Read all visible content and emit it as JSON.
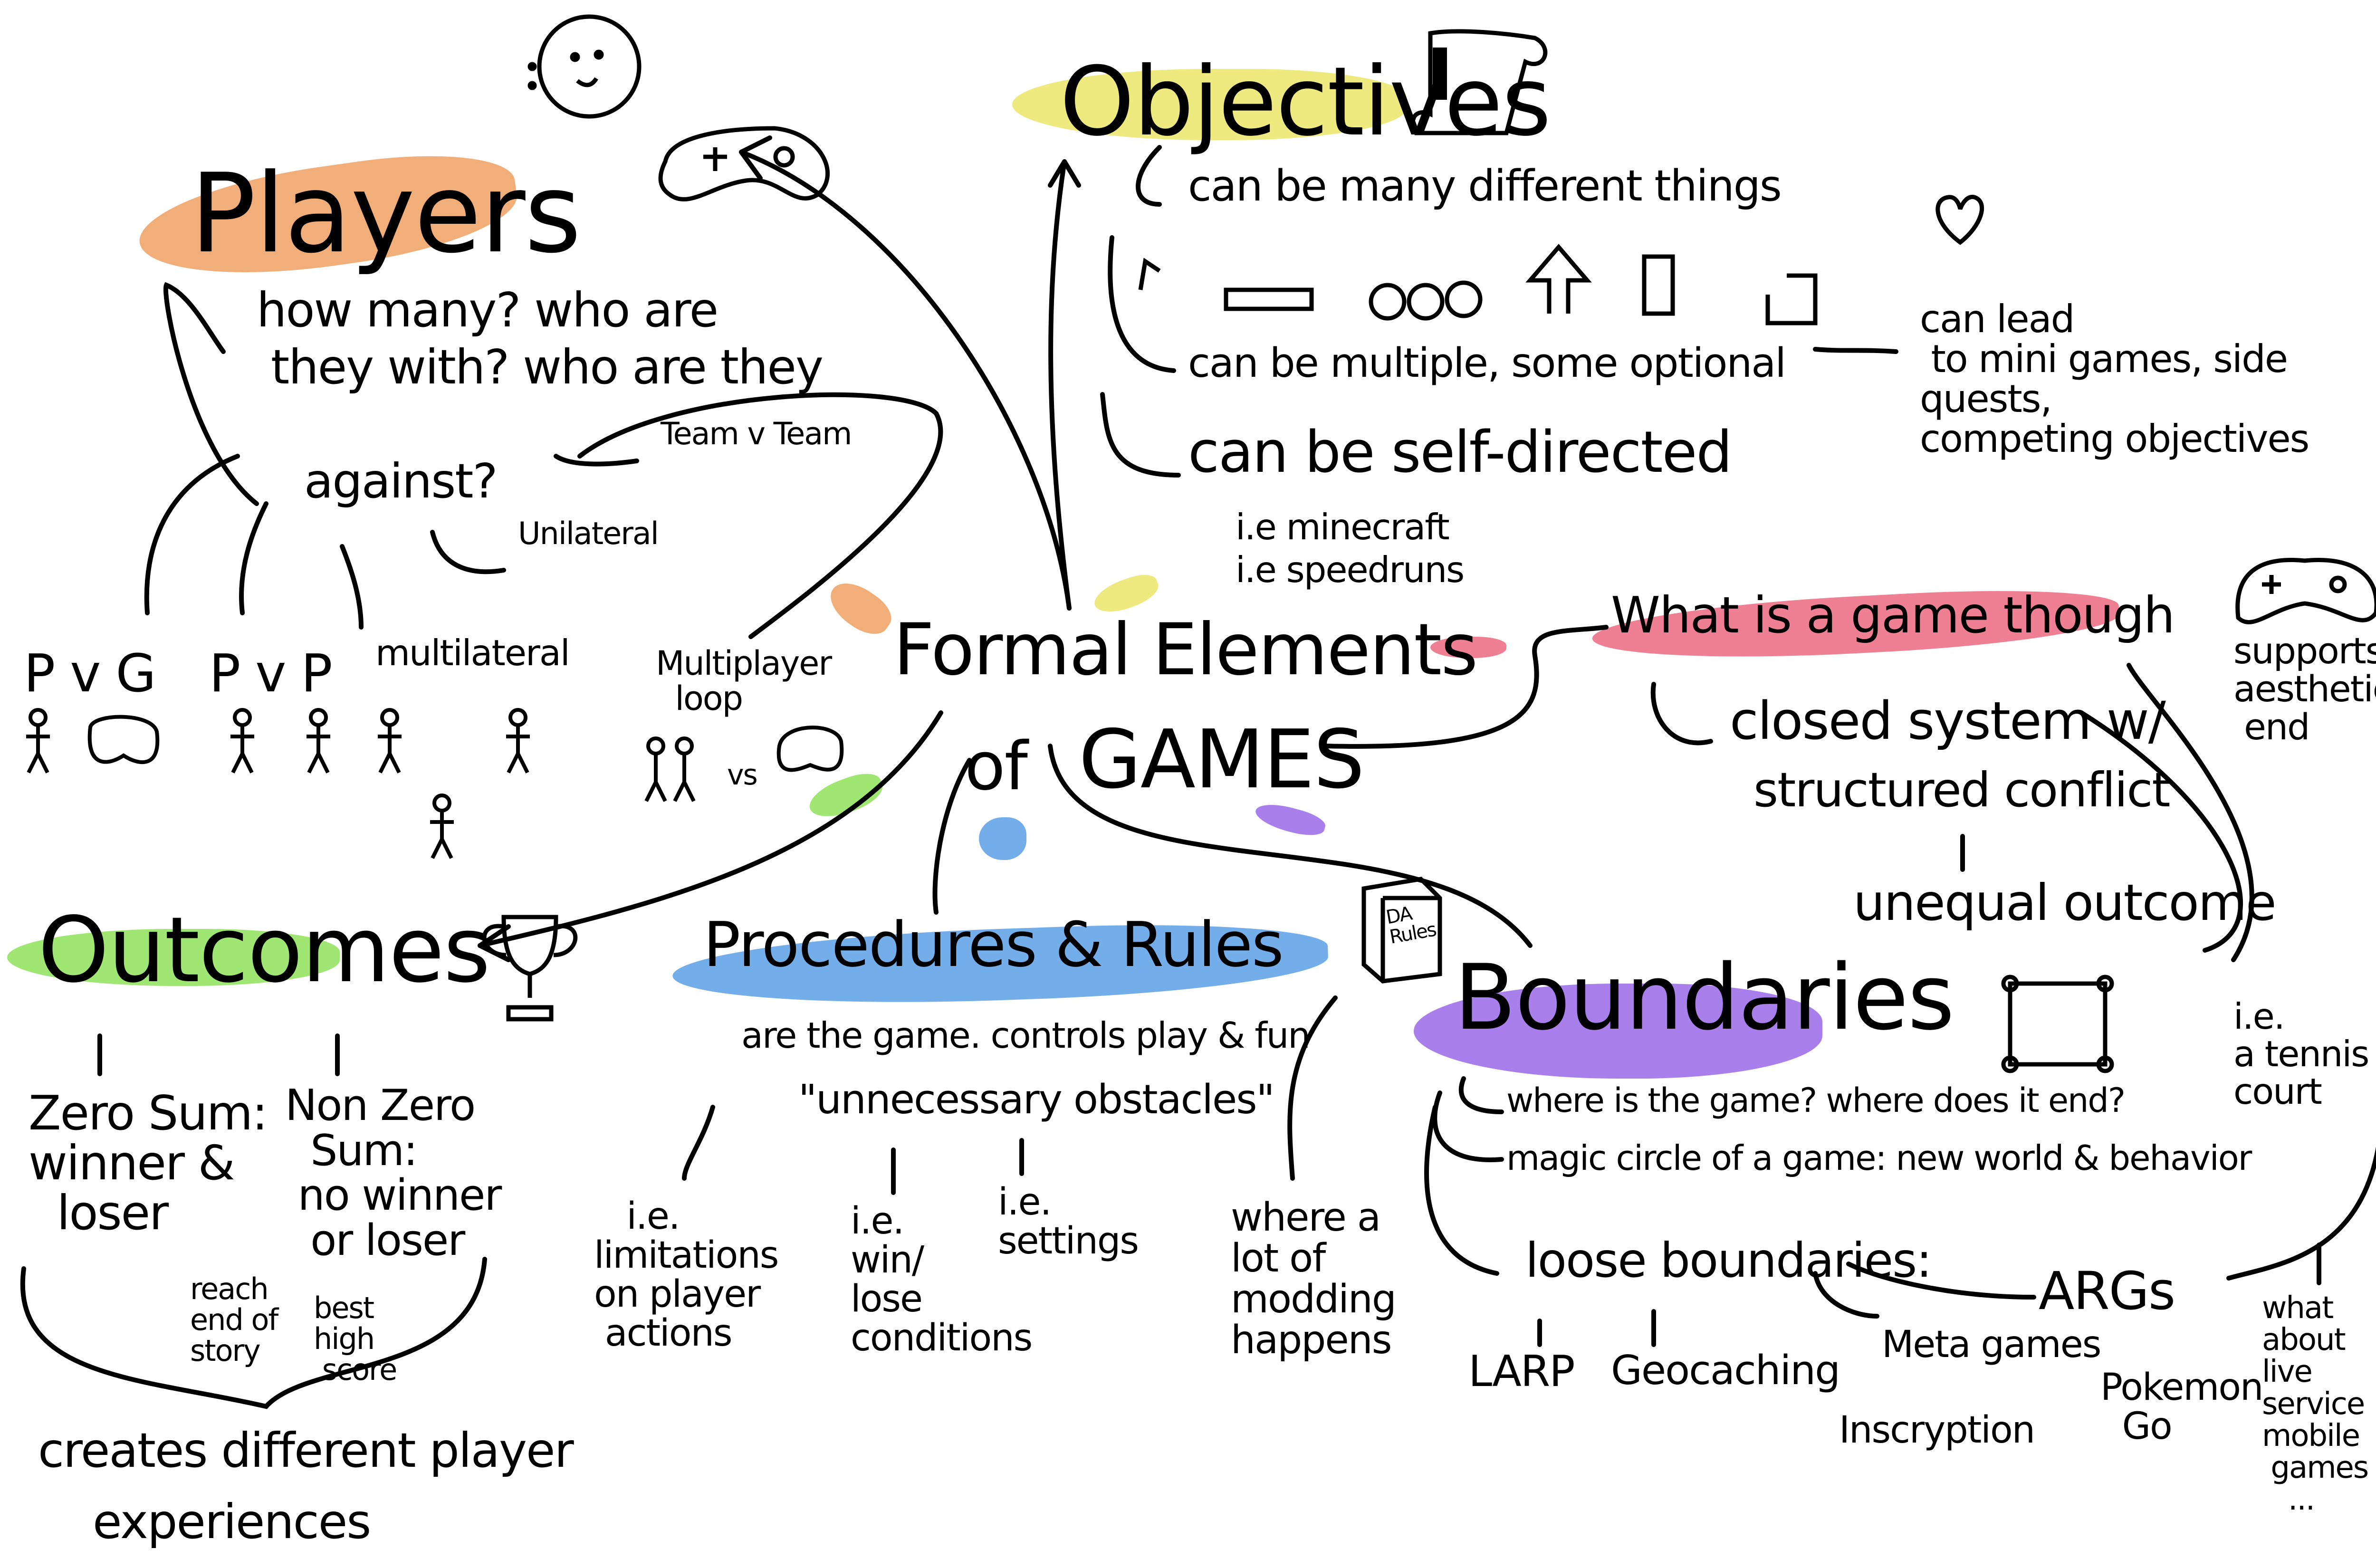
{
  "colors": {
    "orange": "#f0a060",
    "yellow": "#ece66a",
    "green": "#8fe25a",
    "blue": "#5aa0e8",
    "purple": "#9a6ae8",
    "pink": "#ec6a80"
  },
  "center": {
    "title": "Formal Elements",
    "of": "of",
    "games": "GAMES"
  },
  "players": {
    "heading": "Players",
    "q1": "how many? who are",
    "q2": "they with? who are they",
    "q3": "against?",
    "team": "Team v Team",
    "unilateral": "Unilateral",
    "pvg": "P v G",
    "pvp": "P v P",
    "multilateral": "multilateral",
    "multiplayer_loop": "Multiplayer\n  loop",
    "vs": "vs"
  },
  "objectives": {
    "heading": "Objectives",
    "many": "can be many different things",
    "multiple": "can be multiple, some optional",
    "lead": "can lead\n to mini games, side quests,\ncompeting objectives",
    "self": "can be self-directed",
    "ex1": "i.e minecraft",
    "ex2": "i.e speedruns"
  },
  "what_is": {
    "heading": "What is a game though",
    "l1": "closed system w/",
    "l2": "structured conflict",
    "l3": "unequal outcome",
    "supports": "supports\naesthetic\n end"
  },
  "outcomes": {
    "heading": "Outcomes",
    "zero": "Zero Sum:\nwinner &\n  loser",
    "nonzero": "Non Zero\n  Sum:\n no winner\n  or loser",
    "reach": "reach\nend of\nstory",
    "best": "best\nhigh\n score",
    "creates": "creates different player",
    "experiences": "experiences"
  },
  "procedures": {
    "heading": "Procedures & Rules",
    "l1": "are the game. controls play & fun",
    "l2": "\"unnecessary obstacles\"",
    "ie1": "   i.e.\nlimitations\non player\n actions",
    "ie2": "i.e.\nwin/\nlose\nconditions",
    "ie3": "i.e.\nsettings",
    "modding": "where a\nlot of\nmodding\nhappens",
    "book_label": "DA Rules"
  },
  "boundaries": {
    "heading": "Boundaries",
    "where": "where is the game? where does it end?",
    "tennis": "i.e.\na tennis\ncourt",
    "magic": "magic circle of a game: new world & behavior",
    "loose": "loose boundaries:",
    "larp": "LARP",
    "geocaching": "Geocaching",
    "meta": "Meta games",
    "inscryption": "Inscryption",
    "args": "ARGs",
    "pokemon": "Pokemon\n  Go",
    "what_about": "what\nabout\nlive service\nmobile\n games\n   ..."
  }
}
